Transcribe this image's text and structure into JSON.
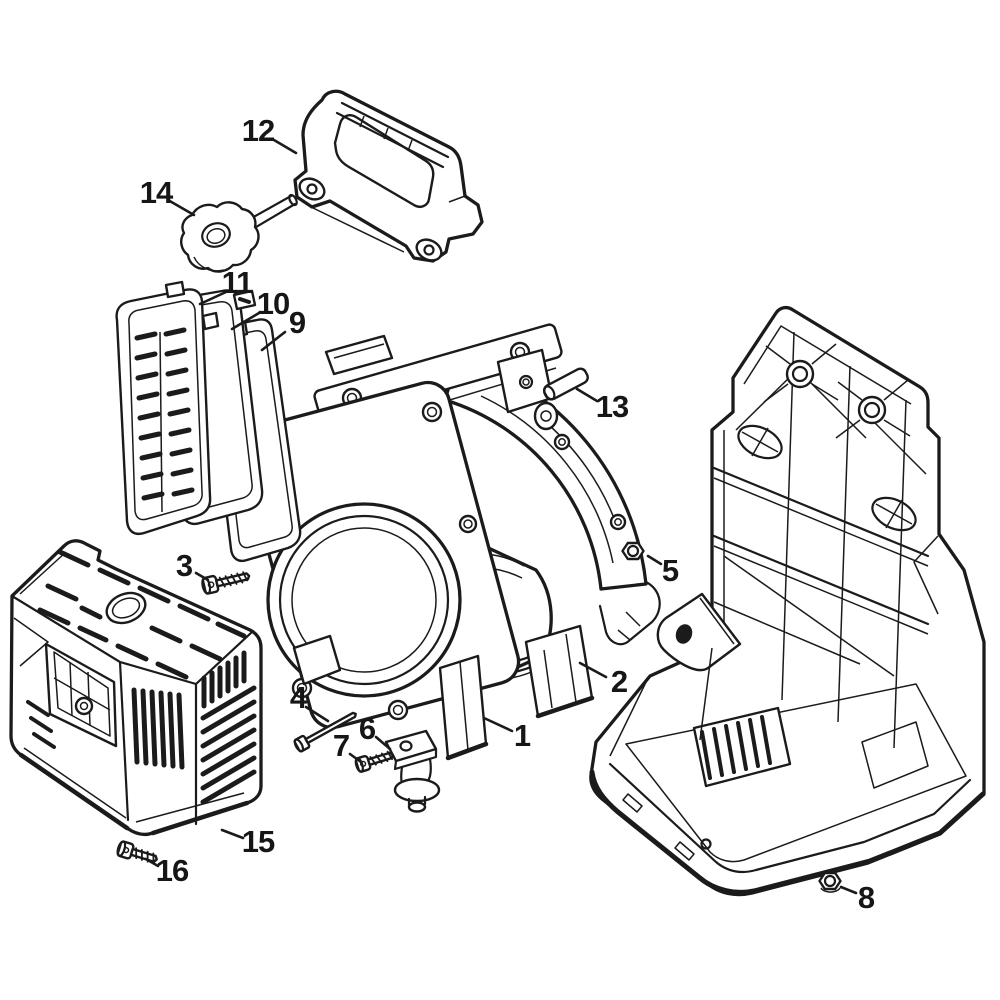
{
  "page": {
    "background_color": "#ffffff",
    "line_color": "#1b1b1b"
  },
  "diagram": {
    "type": "exploded-parts-diagram",
    "callouts": [
      {
        "number": "1"
      },
      {
        "number": "2"
      },
      {
        "number": "3"
      },
      {
        "number": "4"
      },
      {
        "number": "5"
      },
      {
        "number": "6"
      },
      {
        "number": "7"
      },
      {
        "number": "8"
      },
      {
        "number": "9"
      },
      {
        "number": "10"
      },
      {
        "number": "11"
      },
      {
        "number": "12"
      },
      {
        "number": "13"
      },
      {
        "number": "14"
      },
      {
        "number": "15"
      },
      {
        "number": "16"
      }
    ]
  }
}
